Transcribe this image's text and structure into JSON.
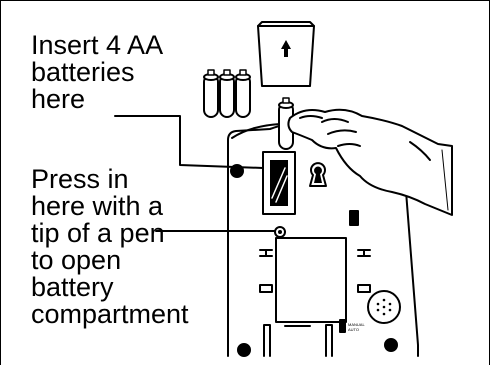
{
  "callouts": {
    "insert": "Insert 4 AA\nbatteries\nhere",
    "press": "Press in\nhere with a\ntip of a pen\nto open\nbattery\ncompartment"
  },
  "switch_labels": "MANUAL\nAUTO",
  "colors": {
    "ink": "#000000",
    "paper": "#ffffff"
  },
  "icons": [
    "up-arrow-icon",
    "battery-icon",
    "hand-icon",
    "speaker-grille-icon"
  ]
}
